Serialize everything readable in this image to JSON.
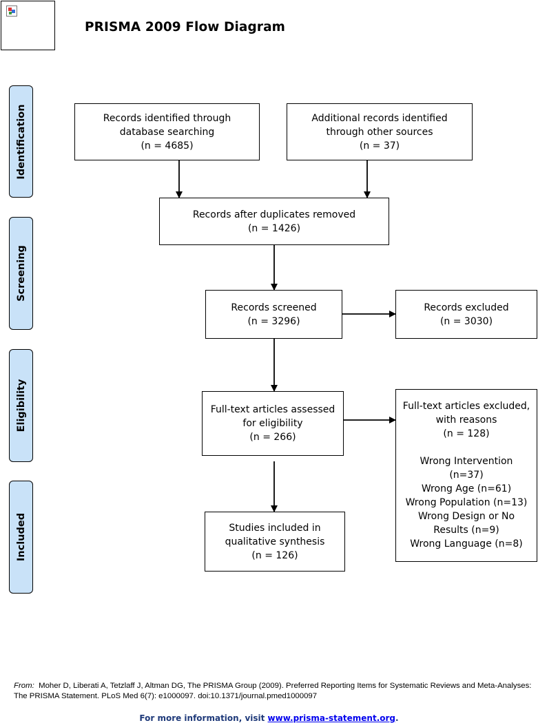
{
  "title": "PRISMA 2009 Flow Diagram",
  "stages": {
    "identification": "Identification",
    "screening": "Screening",
    "eligibility": "Eligibility",
    "included": "Included"
  },
  "boxes": {
    "database": {
      "line1": "Records identified through",
      "line2": "database searching",
      "line3": "(n = 4685)"
    },
    "other": {
      "line1": "Additional records identified",
      "line2": "through other sources",
      "line3": "(n = 37)"
    },
    "duplicates": {
      "line1": "Records after duplicates removed",
      "line2": "(n = 1426)"
    },
    "screened": {
      "line1": "Records screened",
      "line2": "(n = 3296)"
    },
    "excluded": {
      "line1": "Records excluded",
      "line2": "(n = 3030)"
    },
    "fulltext": {
      "line1": "Full-text articles assessed",
      "line2": "for eligibility",
      "line3": "(n = 266)"
    },
    "fulltext_excluded": {
      "line1": "Full-text articles excluded,",
      "line2": "with reasons",
      "line3": "(n = 128)",
      "reasons": [
        "Wrong Intervention",
        "(n=37)",
        "Wrong Age (n=61)",
        "Wrong Population (n=13)",
        "Wrong Design or No",
        "Results (n=9)",
        "Wrong Language (n=8)"
      ]
    },
    "included": {
      "line1": "Studies included in",
      "line2": "qualitative synthesis",
      "line3": "(n = 126)"
    }
  },
  "citation": {
    "from": "From:",
    "text": "Moher D, Liberati A, Tetzlaff J, Altman DG, The PRISMA Group (2009). Preferred Reporting Items for Systematic Reviews and Meta-Analyses: The PRISMA Statement. PLoS Med 6(7): e1000097. doi:10.1371/journal.pmed1000097"
  },
  "footer": {
    "prefix": "For more information, visit ",
    "link": "www.prisma-statement.org",
    "suffix": "."
  }
}
